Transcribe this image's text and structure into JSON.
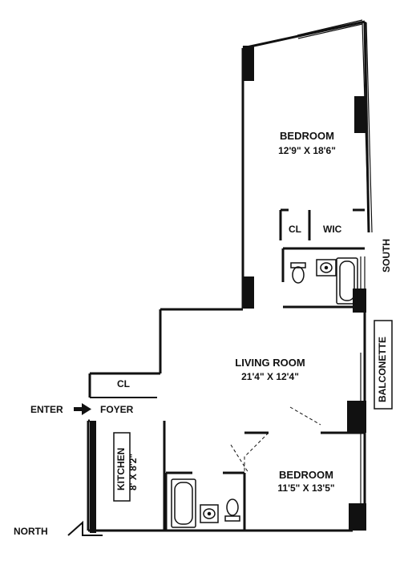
{
  "rooms": {
    "bedroom_master": {
      "name": "BEDROOM",
      "dims": "12'9\" X 18'6\""
    },
    "living_room": {
      "name": "LIVING ROOM",
      "dims": "21'4\" X 12'4\""
    },
    "bedroom_second": {
      "name": "BEDROOM",
      "dims": "11'5\" X 13'5\""
    },
    "kitchen": {
      "name": "KITCHEN",
      "dims": "8' X 8'2\""
    },
    "foyer": {
      "name": "FOYER"
    },
    "closet_foyer": {
      "name": "CL"
    },
    "closet_bedroom": {
      "name": "CL"
    },
    "walk_in_closet": {
      "name": "WIC"
    },
    "balconette": {
      "name": "BALCONETTE"
    }
  },
  "labels": {
    "enter": "ENTER",
    "north": "NORTH",
    "south": "SOUTH"
  },
  "icons": [
    "arrow-right-icon",
    "north-arrow-icon",
    "toilet-icon",
    "sink-icon",
    "bathtub-icon"
  ],
  "colors": {
    "wall": "#111111",
    "background": "#ffffff"
  }
}
